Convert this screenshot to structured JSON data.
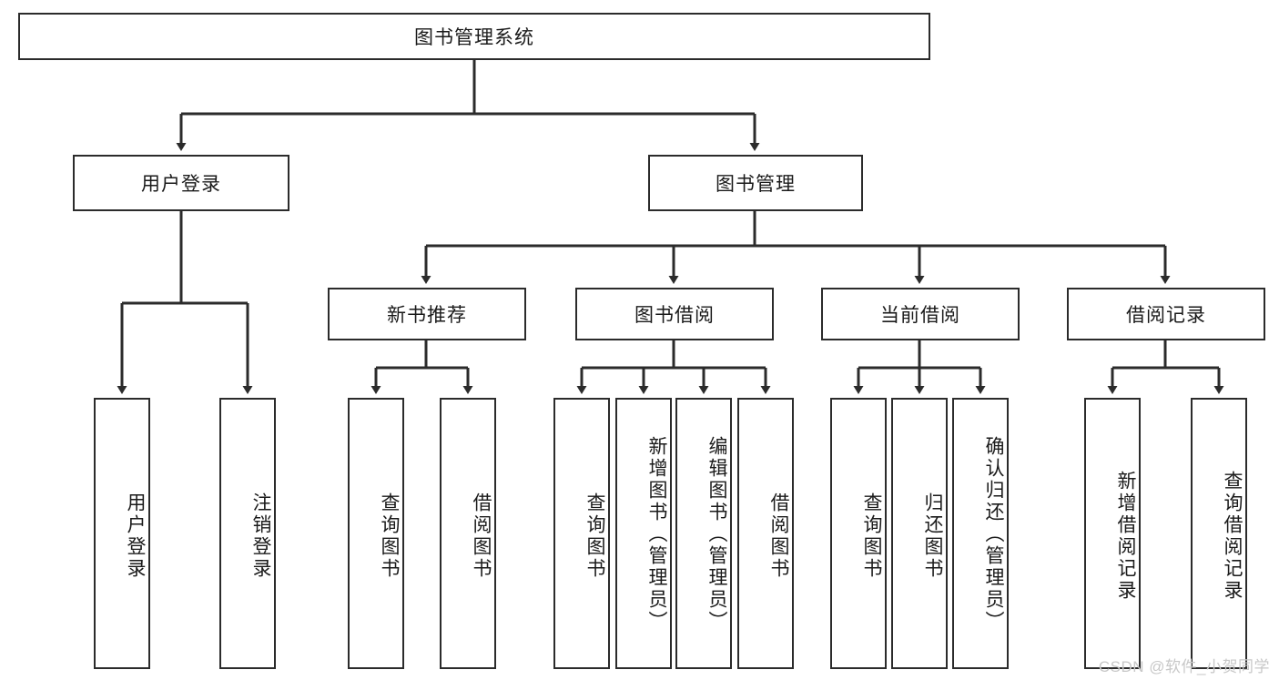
{
  "diagram": {
    "type": "tree",
    "title": "图书管理系统",
    "watermark": "CSDN @软件_小贺同学",
    "colors": {
      "box_border": "#2b2b2b",
      "box_fill": "#ffffff",
      "connector": "#2b2b2b",
      "text": "#1a1a1a",
      "watermark": "#c8c8c8",
      "background": "#ffffff"
    },
    "nodes": {
      "root": {
        "label": "图书管理系统"
      },
      "level2": [
        {
          "id": "user_login",
          "label": "用户登录"
        },
        {
          "id": "book_manage",
          "label": "图书管理"
        }
      ],
      "level3": [
        {
          "id": "new_book_rec",
          "label": "新书推荐"
        },
        {
          "id": "book_borrow",
          "label": "图书借阅"
        },
        {
          "id": "current_borrow",
          "label": "当前借阅"
        },
        {
          "id": "borrow_record",
          "label": "借阅记录"
        }
      ],
      "leaves_user_login": [
        {
          "id": "leaf_user_login",
          "label": "用户登录"
        },
        {
          "id": "leaf_user_logout",
          "label": "注销登录"
        }
      ],
      "leaves_new_book_rec": [
        {
          "id": "leaf_query_book_1",
          "label": "查询图书"
        },
        {
          "id": "leaf_borrow_book_1",
          "label": "借阅图书"
        }
      ],
      "leaves_book_borrow": [
        {
          "id": "leaf_query_book_2",
          "label": "查询图书"
        },
        {
          "id": "leaf_add_book",
          "label": "新增图书（管理员）"
        },
        {
          "id": "leaf_edit_book",
          "label": "编辑图书（管理员）"
        },
        {
          "id": "leaf_borrow_book_2",
          "label": "借阅图书"
        }
      ],
      "leaves_current_borrow": [
        {
          "id": "leaf_query_book_3",
          "label": "查询图书"
        },
        {
          "id": "leaf_return_book",
          "label": "归还图书"
        },
        {
          "id": "leaf_confirm_return",
          "label": "确认归还（管理员）"
        }
      ],
      "leaves_borrow_record": [
        {
          "id": "leaf_add_record",
          "label": "新增借阅记录"
        },
        {
          "id": "leaf_query_record",
          "label": "查询借阅记录"
        }
      ]
    },
    "edges": [
      {
        "from": "root",
        "to": "user_login"
      },
      {
        "from": "root",
        "to": "book_manage"
      },
      {
        "from": "user_login",
        "to": "leaf_user_login"
      },
      {
        "from": "user_login",
        "to": "leaf_user_logout"
      },
      {
        "from": "book_manage",
        "to": "new_book_rec"
      },
      {
        "from": "book_manage",
        "to": "book_borrow"
      },
      {
        "from": "book_manage",
        "to": "current_borrow"
      },
      {
        "from": "book_manage",
        "to": "borrow_record"
      },
      {
        "from": "new_book_rec",
        "to": "leaf_query_book_1"
      },
      {
        "from": "new_book_rec",
        "to": "leaf_borrow_book_1"
      },
      {
        "from": "book_borrow",
        "to": "leaf_query_book_2"
      },
      {
        "from": "book_borrow",
        "to": "leaf_add_book"
      },
      {
        "from": "book_borrow",
        "to": "leaf_edit_book"
      },
      {
        "from": "book_borrow",
        "to": "leaf_borrow_book_2"
      },
      {
        "from": "current_borrow",
        "to": "leaf_query_book_3"
      },
      {
        "from": "current_borrow",
        "to": "leaf_return_book"
      },
      {
        "from": "current_borrow",
        "to": "leaf_confirm_return"
      },
      {
        "from": "borrow_record",
        "to": "leaf_add_record"
      },
      {
        "from": "borrow_record",
        "to": "leaf_query_record"
      }
    ]
  }
}
